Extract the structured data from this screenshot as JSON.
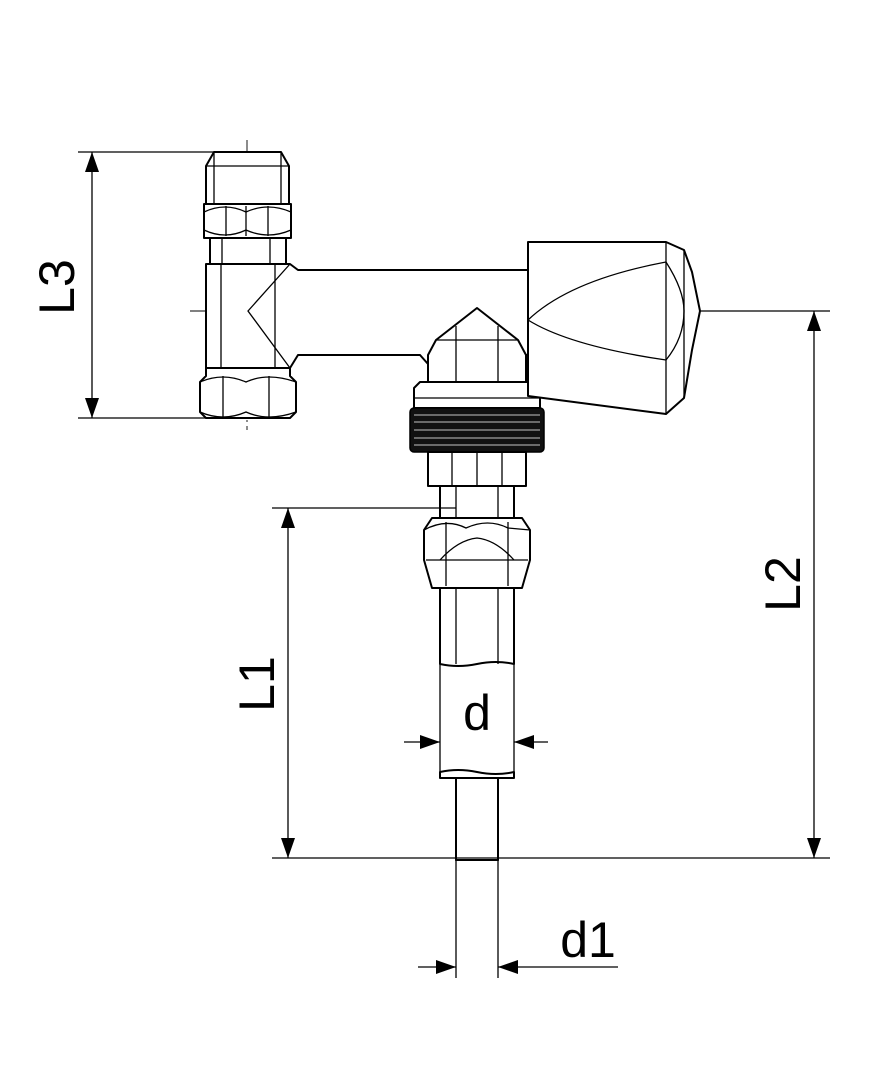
{
  "labels": {
    "L3": "L3",
    "L2": "L2",
    "L1": "L1",
    "d": "d",
    "d1": "d1"
  }
}
